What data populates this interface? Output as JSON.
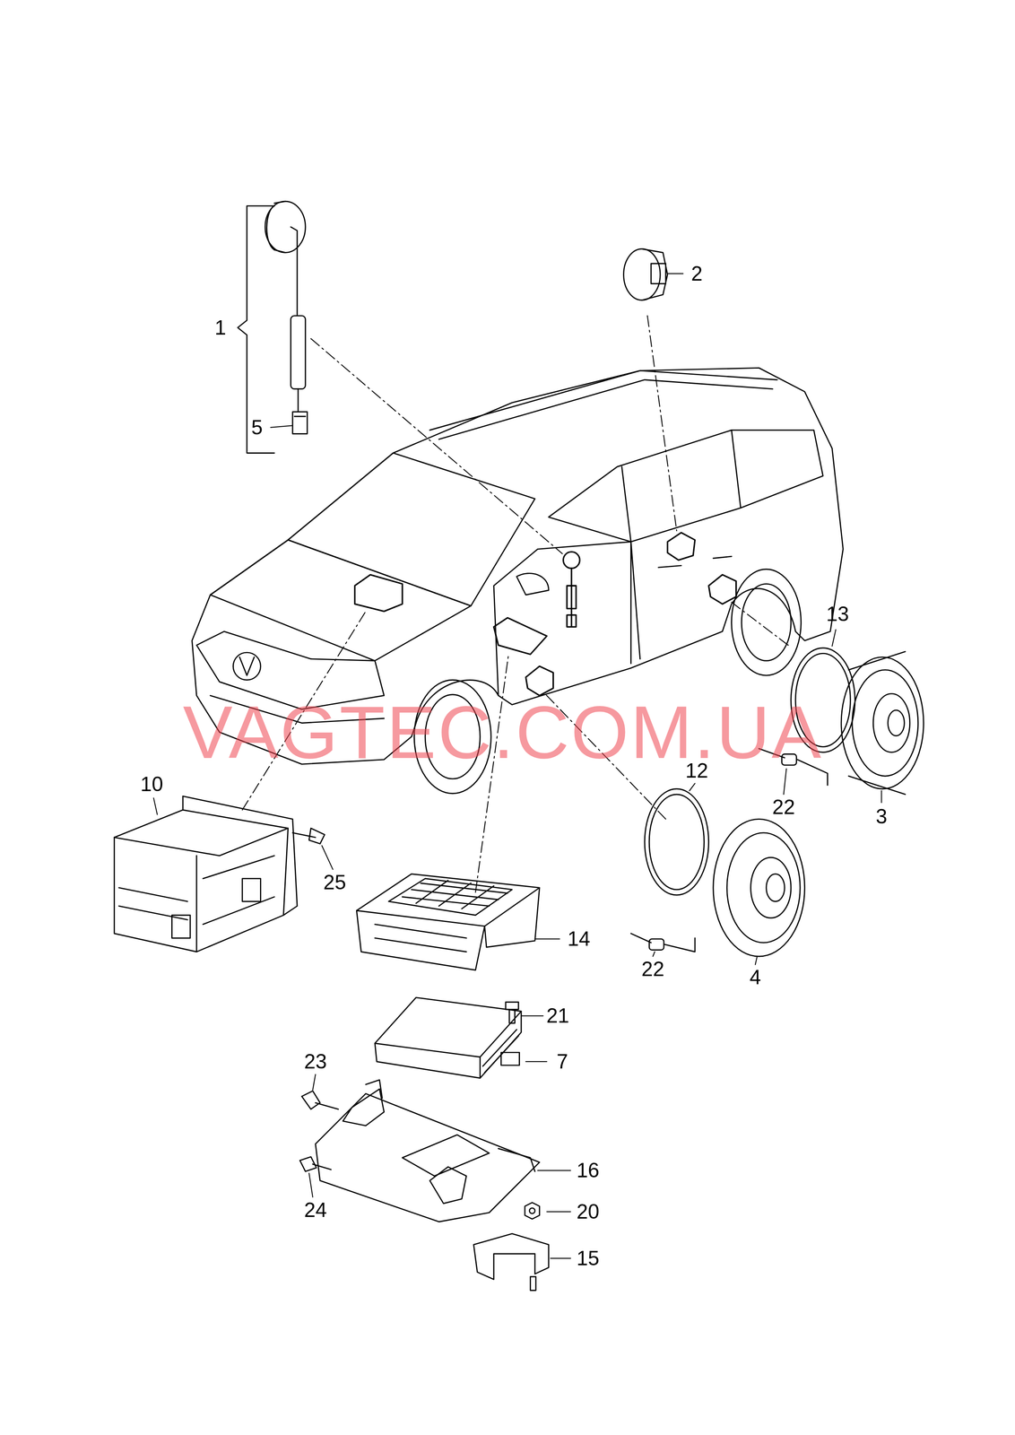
{
  "diagram": {
    "labels": [
      "1",
      "2",
      "5",
      "13",
      "22",
      "3",
      "10",
      "12",
      "25",
      "14",
      "22",
      "4",
      "21",
      "7",
      "23",
      "16",
      "24",
      "20",
      "15",
      "VAGTEC.COM.UA"
    ]
  }
}
